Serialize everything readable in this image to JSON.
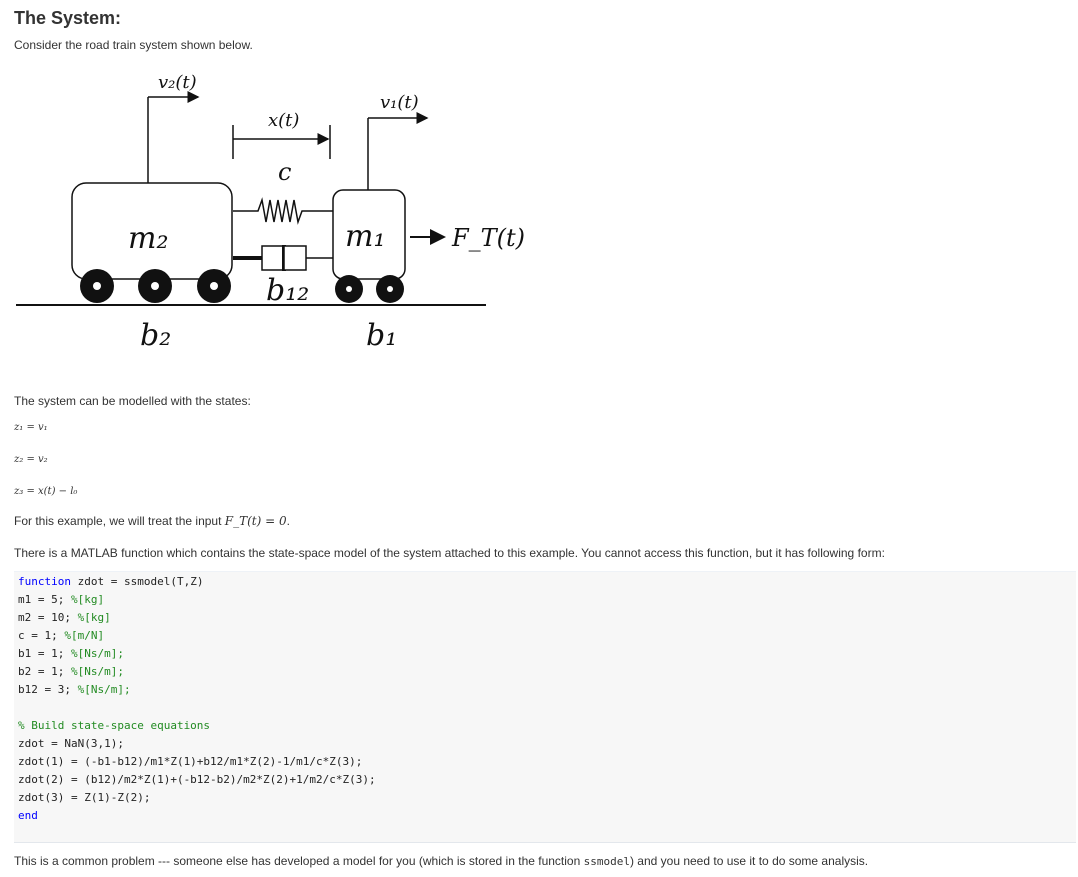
{
  "heading": "The System:",
  "intro": "Consider the road train system shown below.",
  "figure": {
    "v2": "v₂(t)",
    "v1": "v₁(t)",
    "x": "x(t)",
    "c": "c",
    "m2": "m₂",
    "m1": "m₁",
    "force": "F_T(t)",
    "b12": "b₁₂",
    "b2": "b₂",
    "b1": "b₁"
  },
  "states_text": "The system can be modelled with the states:",
  "states": [
    "z₁ = v₁",
    "z₂ = v₂",
    "z₃ = x(t) − l₀"
  ],
  "input_text_before": "For this example, we will treat the input ",
  "input_math": "F_T(t) = 0",
  "input_text_after": ".",
  "matlab_text": "There is a MATLAB function which contains the state-space model of the system attached to this example. You cannot access this function, but it has following form:",
  "code": {
    "line1_kw": "function",
    "line1_rest": " zdot = ssmodel(T,Z)",
    "params": [
      {
        "code": "m1 = 5; ",
        "comment": "%[kg]"
      },
      {
        "code": "m2 = 10; ",
        "comment": "%[kg]"
      },
      {
        "code": "c = 1; ",
        "comment": "%[m/N]"
      },
      {
        "code": "b1 = 1; ",
        "comment": "%[Ns/m];"
      },
      {
        "code": "b2 = 1; ",
        "comment": "%[Ns/m];"
      },
      {
        "code": "b12 = 3; ",
        "comment": "%[Ns/m];"
      }
    ],
    "build_comment": "% Build state-space equations",
    "body": [
      "zdot = NaN(3,1);",
      "zdot(1) = (-b1-b12)/m1*Z(1)+b12/m1*Z(2)-1/m1/c*Z(3);",
      "zdot(2) = (b12)/m2*Z(1)+(-b12-b2)/m2*Z(2)+1/m2/c*Z(3);",
      "zdot(3) = Z(1)-Z(2);"
    ],
    "end_kw": "end"
  },
  "footer_before": "This is a common problem --- someone else has developed a model for you (which is stored in the function ",
  "footer_code": "ssmodel",
  "footer_after": ")  and you need to use it to do some analysis."
}
